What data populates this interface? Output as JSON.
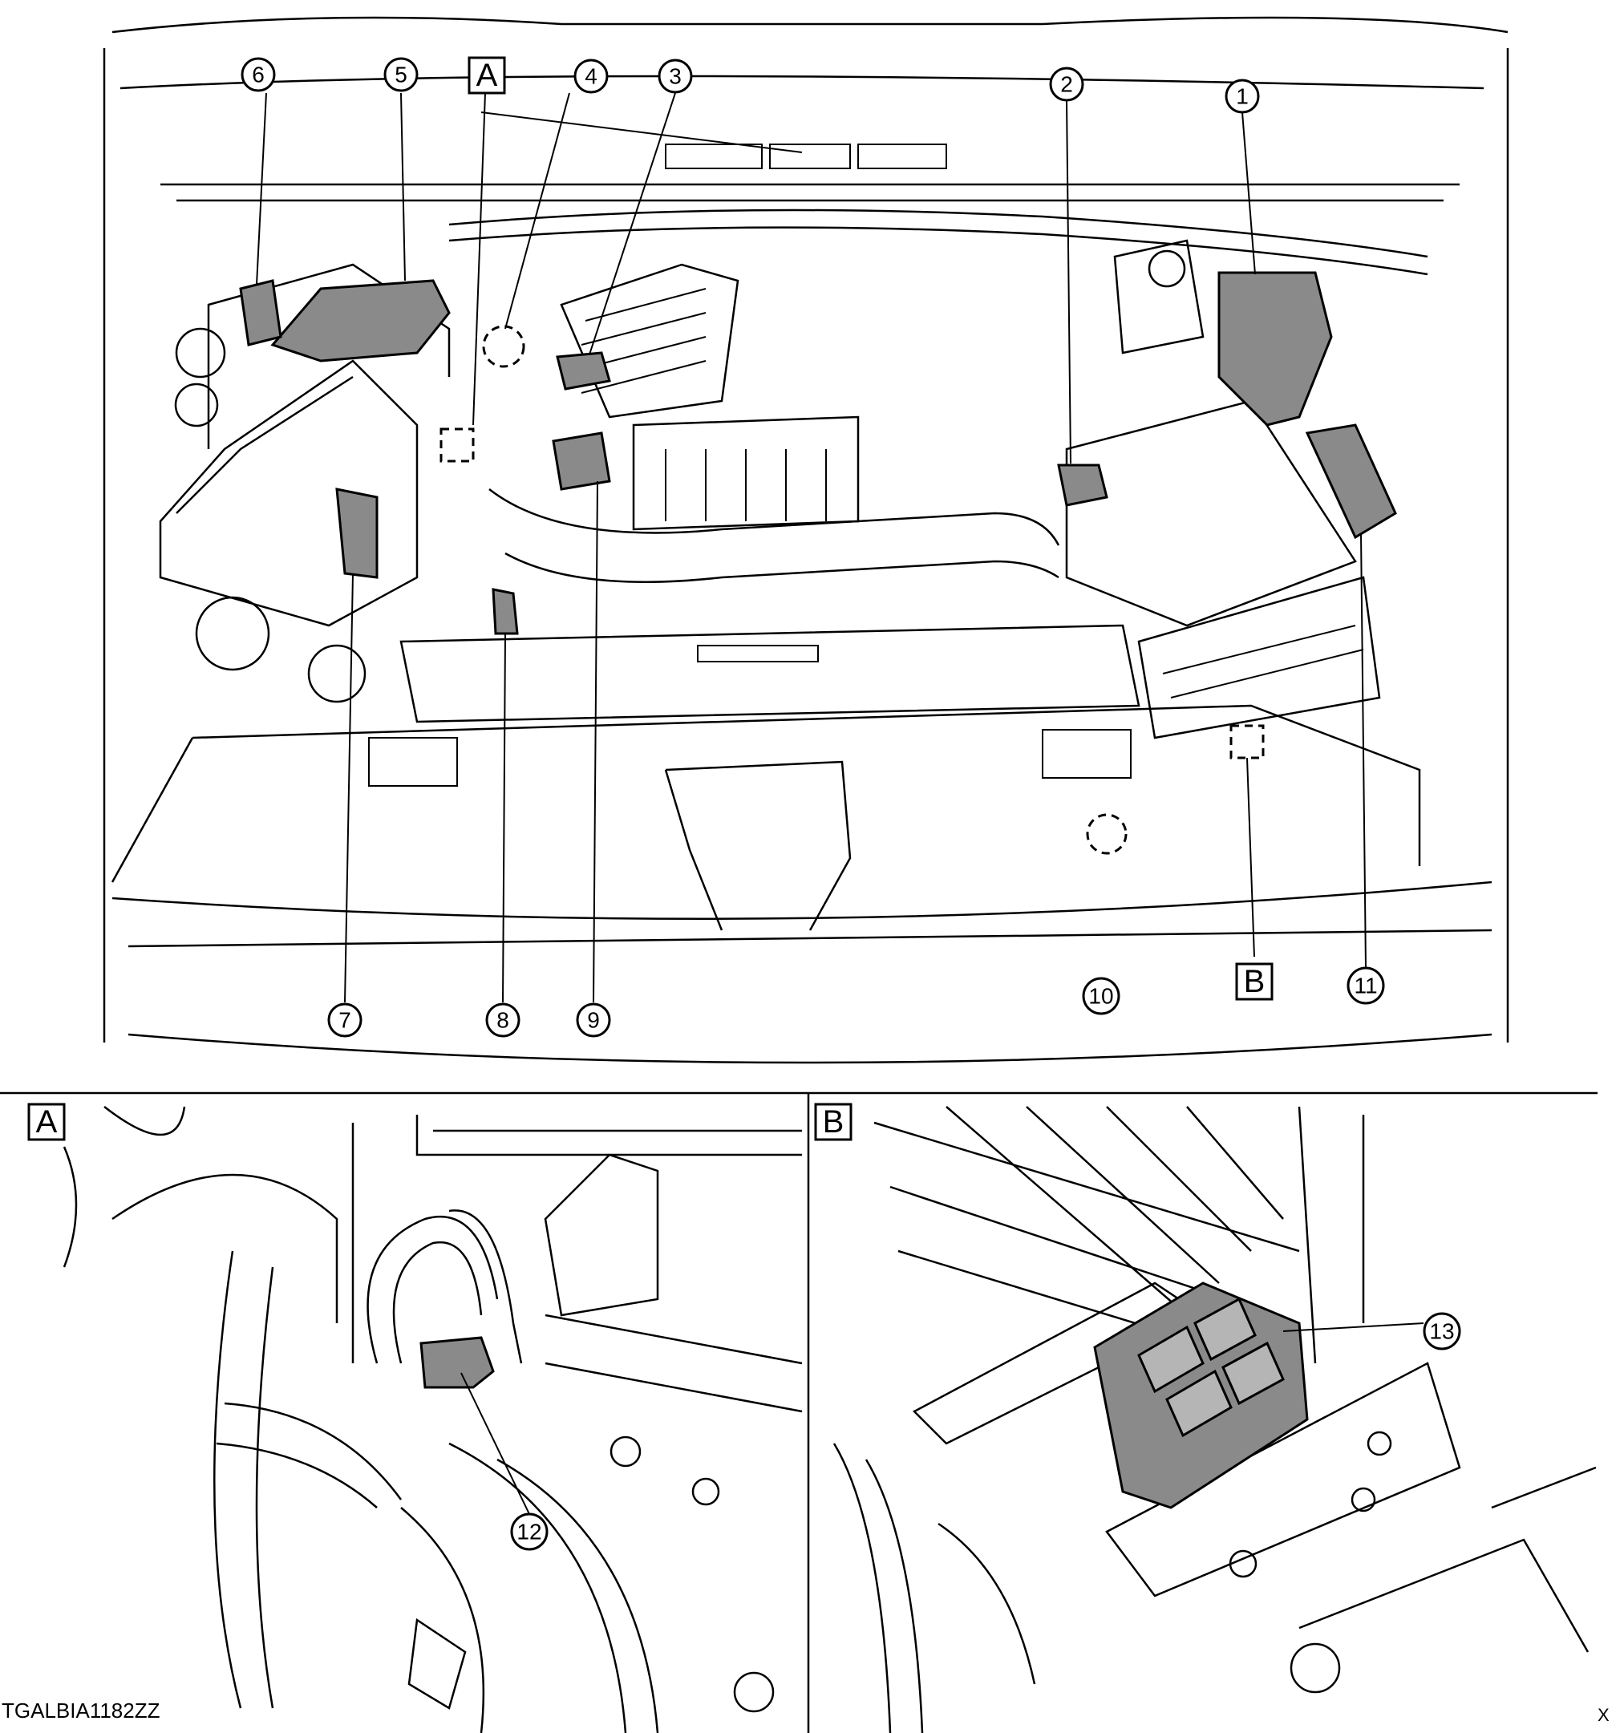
{
  "callouts": [
    {
      "id": "c1",
      "label": "1"
    },
    {
      "id": "c2",
      "label": "2"
    },
    {
      "id": "c3",
      "label": "3"
    },
    {
      "id": "c4",
      "label": "4"
    },
    {
      "id": "c5",
      "label": "5"
    },
    {
      "id": "c6",
      "label": "6"
    },
    {
      "id": "c7",
      "label": "7"
    },
    {
      "id": "c8",
      "label": "8"
    },
    {
      "id": "c9",
      "label": "9"
    },
    {
      "id": "c10",
      "label": "10"
    },
    {
      "id": "c11",
      "label": "11"
    },
    {
      "id": "c12",
      "label": "12"
    },
    {
      "id": "c13",
      "label": "13"
    }
  ],
  "detail_labels": {
    "main_a": "A",
    "main_b": "B",
    "panel_a": "A",
    "panel_b": "B"
  },
  "footer": {
    "figure_code": "TGALBIA1182ZZ",
    "corner_mark": "X"
  },
  "colors": {
    "line": "#000000",
    "component_fill": "#8a8a8a",
    "background": "#ffffff"
  }
}
